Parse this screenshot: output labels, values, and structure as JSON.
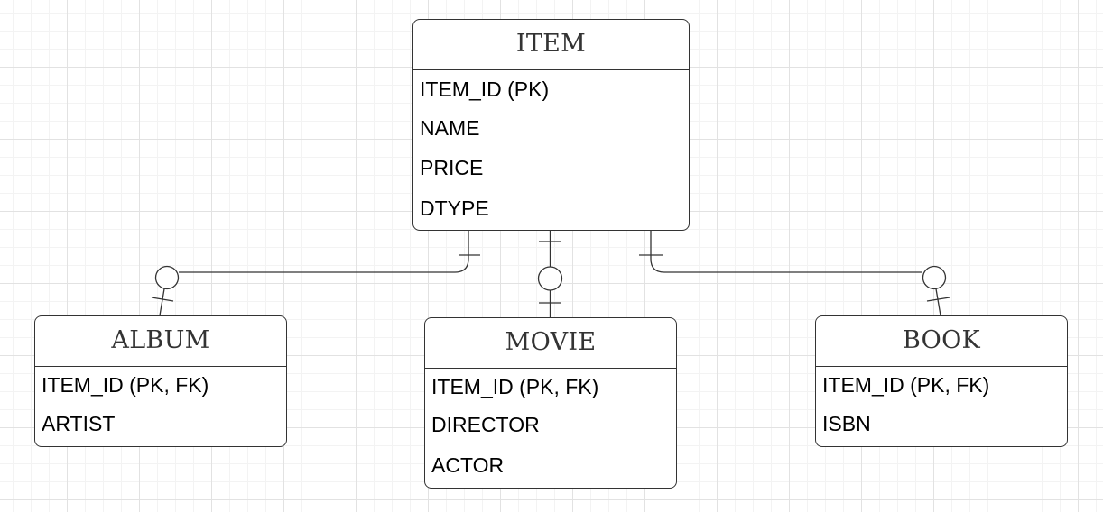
{
  "diagram": {
    "entities": {
      "item": {
        "title": "ITEM",
        "attributes": [
          "ITEM_ID (PK)",
          "NAME",
          "PRICE",
          "DTYPE"
        ]
      },
      "album": {
        "title": "ALBUM",
        "attributes": [
          "ITEM_ID (PK, FK)",
          "ARTIST"
        ]
      },
      "movie": {
        "title": "MOVIE",
        "attributes": [
          "ITEM_ID (PK, FK)",
          "DIRECTOR",
          "ACTOR"
        ]
      },
      "book": {
        "title": "BOOK",
        "attributes": [
          "ITEM_ID (PK, FK)",
          "ISBN"
        ]
      }
    },
    "relationships": [
      {
        "from": "ITEM",
        "to": "ALBUM",
        "from_cardinality": "one",
        "to_cardinality": "zero-or-one"
      },
      {
        "from": "ITEM",
        "to": "MOVIE",
        "from_cardinality": "one",
        "to_cardinality": "zero-or-one"
      },
      {
        "from": "ITEM",
        "to": "BOOK",
        "from_cardinality": "one",
        "to_cardinality": "zero-or-one"
      }
    ],
    "colors": {
      "stroke": "#333333",
      "grid_major": "#e2e2e2",
      "grid_minor": "#f3f3f3",
      "background": "#ffffff"
    }
  }
}
